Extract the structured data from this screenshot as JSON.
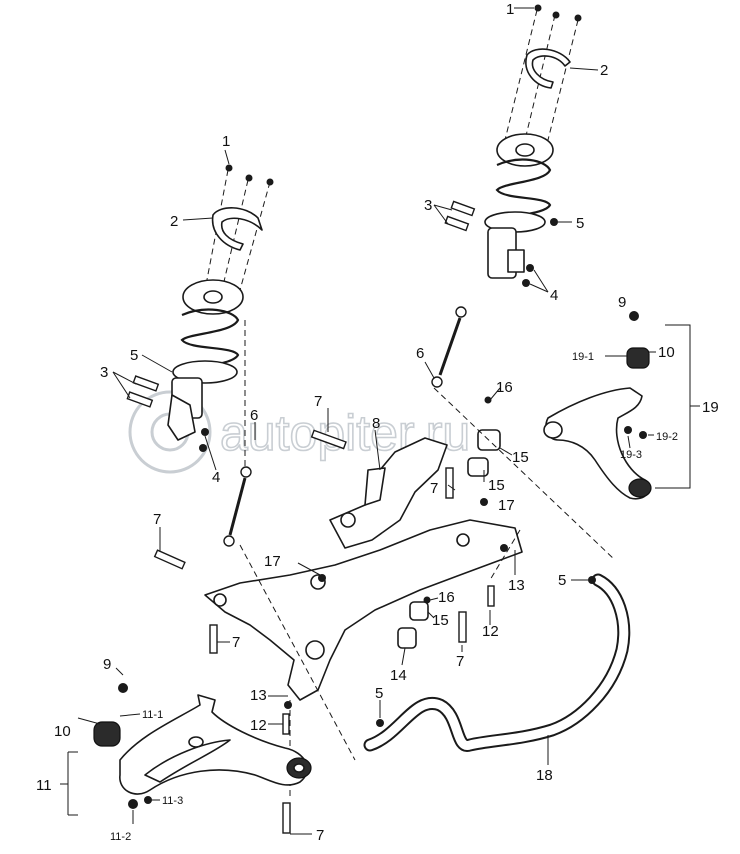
{
  "watermark": {
    "text": "autopiter.ru"
  },
  "callouts": {
    "c1a": "1",
    "c1b": "1",
    "c2a": "2",
    "c2b": "2",
    "c3a": "3",
    "c3b": "3",
    "c4a": "4",
    "c4b": "4",
    "c5a": "5",
    "c5b": "5",
    "c5c": "5",
    "c5d": "5",
    "c6a": "6",
    "c6b": "6",
    "c7a": "7",
    "c7b": "7",
    "c7c": "7",
    "c7d": "7",
    "c7e": "7",
    "c7f": "7",
    "c8": "8",
    "c9a": "9",
    "c9b": "9",
    "c10a": "10",
    "c10b": "10",
    "c11": "11",
    "c11_1": "11-1",
    "c11_2": "11-2",
    "c11_3": "11-3",
    "c12a": "12",
    "c12b": "12",
    "c13a": "13",
    "c13b": "13",
    "c14": "14",
    "c15a": "15",
    "c15b": "15",
    "c15c": "15",
    "c16a": "16",
    "c16b": "16",
    "c17a": "17",
    "c17b": "17",
    "c18": "18",
    "c19": "19",
    "c19_1": "19-1",
    "c19_2": "19-2",
    "c19_3": "19-3"
  }
}
